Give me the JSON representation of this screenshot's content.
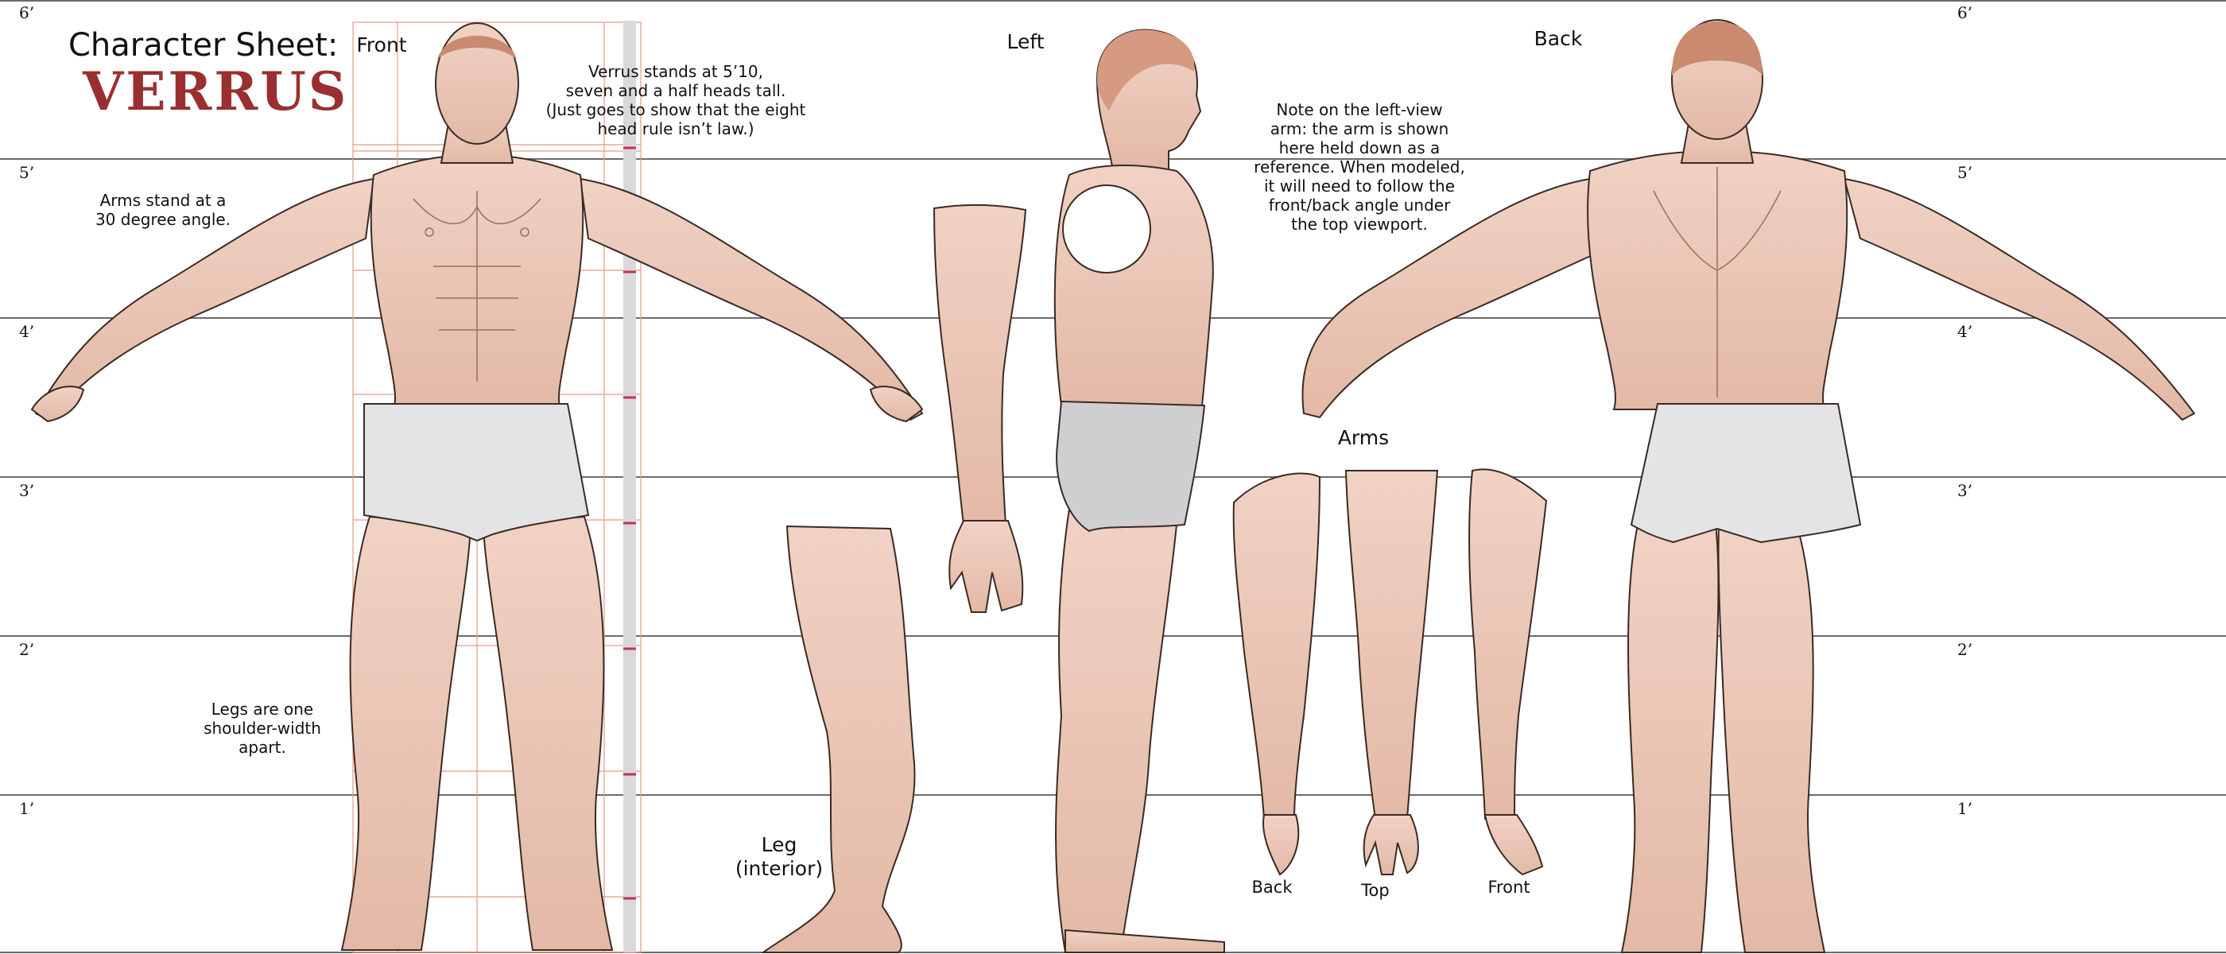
{
  "sheet": {
    "title": "Character Sheet:",
    "character_name": "VERRUS",
    "height_marks": {
      "h6": "6’",
      "h5": "5’",
      "h4": "4’",
      "h3": "3’",
      "h2": "2’",
      "h1": "1’"
    },
    "view_labels": {
      "front": "Front",
      "left": "Left",
      "back": "Back",
      "arms": "Arms",
      "leg": "Leg\n(interior)",
      "arm_back": "Back",
      "arm_top": "Top",
      "arm_front": "Front"
    },
    "notes": {
      "height": "Verrus stands at 5’10,\nseven and a half heads tall.\n(Just goes to show that the eight\nhead rule isn’t law.)",
      "arms_angle": "Arms stand at a\n30 degree angle.",
      "legs_apart": "Legs are one\nshoulder-width\napart.",
      "left_view": "Note on the left-view\narm: the arm is shown\nhere held down as a\nreference. When modeled,\nit will need to follow the\nfront/back angle under\nthe top viewport."
    },
    "colors": {
      "skin": "#ecc9b9",
      "skin_shadow": "#d9a996",
      "outline": "#3a2a24",
      "briefs": "#e4e4e6",
      "hair": "#c98a70",
      "name": "#9b2f2f",
      "ruler": "#d9d9d9",
      "ruler_tick": "#c8305d",
      "guide": "#e79a80"
    }
  }
}
